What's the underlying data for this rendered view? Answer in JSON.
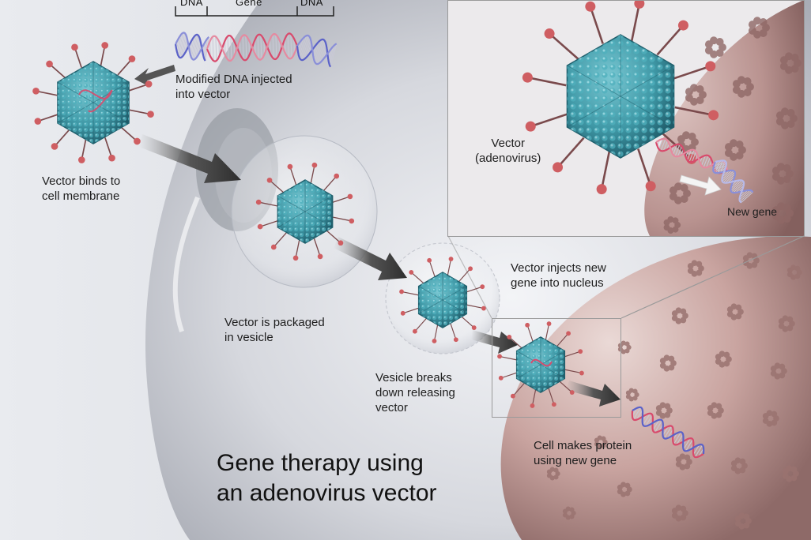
{
  "diagram": {
    "title_line1": "Gene therapy using",
    "title_line2": "an adenovirus vector",
    "dna_bracket": {
      "left_label": "DNA",
      "middle_label": "Gene",
      "right_label": "DNA"
    },
    "steps": [
      {
        "id": "modified-dna",
        "line1": "Modified DNA injected",
        "line2": "into vector"
      },
      {
        "id": "vector-binds",
        "line1": "Vector binds to",
        "line2": "cell membrane"
      },
      {
        "id": "packaged",
        "line1": "Vector is packaged",
        "line2": "in vesicle"
      },
      {
        "id": "vesicle-breaks",
        "line1": "Vesicle breaks",
        "line2": "down releasing",
        "line3": "vector"
      },
      {
        "id": "injects",
        "line1": "Vector injects new",
        "line2": "gene into nucleus"
      },
      {
        "id": "makes-protein",
        "line1": "Cell makes protein",
        "line2": "using new gene"
      }
    ],
    "inset": {
      "vector_line1": "Vector",
      "vector_line2": "(adenovirus)",
      "new_gene": "New gene"
    },
    "colors": {
      "capsid": "#3f98a6",
      "capsid_dark": "#1f5f6c",
      "spike": "#cf5e62",
      "nucleus": "#b8908d",
      "cell": "#d4d6dc",
      "dna_blue": "#5b62c8",
      "dna_red": "#d84a6c",
      "arrow": "#4a4a4a"
    }
  }
}
